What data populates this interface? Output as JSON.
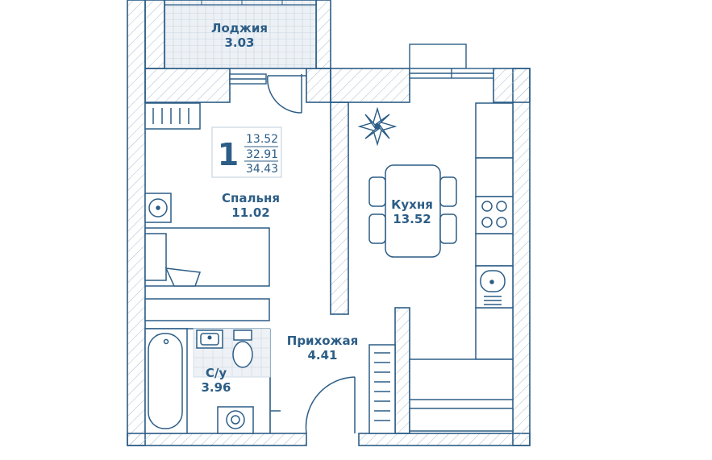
{
  "colors": {
    "line": "#2c5d86",
    "text": "#2c5d86",
    "hatch": "#a9bccf",
    "floor_light": "#e9eef3",
    "background": "#ffffff"
  },
  "apartment": {
    "rooms_count": "1",
    "areas": [
      "13.52",
      "32.91",
      "34.43"
    ]
  },
  "rooms": {
    "loggia": {
      "name": "Лоджия",
      "area": "3.03"
    },
    "bedroom": {
      "name": "Спальня",
      "area": "11.02"
    },
    "kitchen": {
      "name": "Кухня",
      "area": "13.52"
    },
    "hallway": {
      "name": "Прихожая",
      "area": "4.41"
    },
    "bathroom": {
      "name": "С/у",
      "area": "3.96"
    }
  },
  "icons": [
    "compass-rose-icon",
    "stove-icon",
    "sink-icon",
    "washing-machine-icon",
    "toilet-icon",
    "bathtub-icon"
  ]
}
